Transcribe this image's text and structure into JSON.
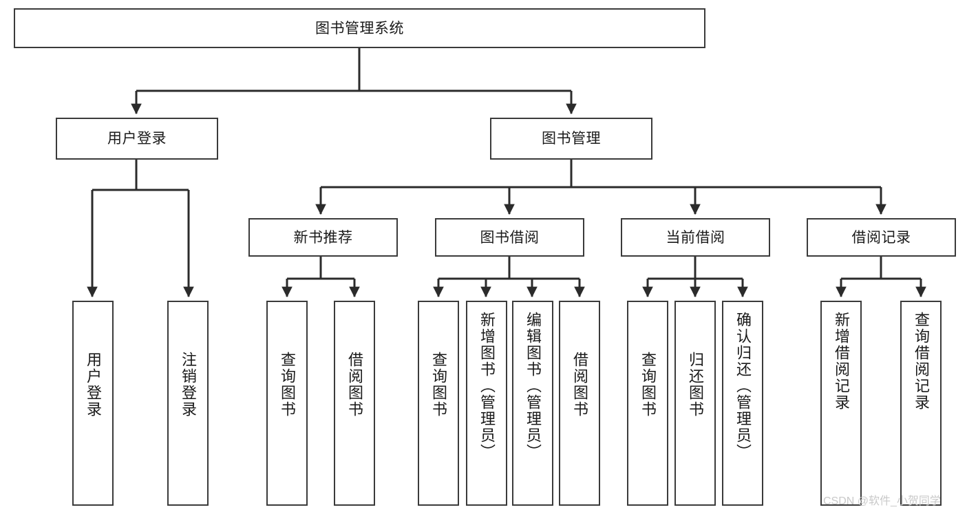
{
  "diagram": {
    "title": "图书管理系统",
    "type": "hierarchy-tree",
    "watermark": "CSDN @软件_小贺同学",
    "colors": {
      "box_border": "#3a3a3a",
      "box_fill": "#ffffff",
      "edge": "#2b2b2b",
      "text": "#1a1a1a",
      "watermark": "#c9c9c9",
      "background": "#ffffff"
    },
    "nodes": {
      "root": {
        "label": "图书管理系统",
        "level": 0
      },
      "level1": [
        {
          "id": "user-login",
          "label": "用户登录"
        },
        {
          "id": "book-manage",
          "label": "图书管理"
        }
      ],
      "level2": [
        {
          "id": "new-book-recommend",
          "label": "新书推荐",
          "parent": "book-manage"
        },
        {
          "id": "book-borrow",
          "label": "图书借阅",
          "parent": "book-manage"
        },
        {
          "id": "current-borrow",
          "label": "当前借阅",
          "parent": "book-manage"
        },
        {
          "id": "borrow-record",
          "label": "借阅记录",
          "parent": "book-manage"
        }
      ],
      "leaves": [
        {
          "id": "leaf-user-login",
          "label": "用户登录",
          "parent": "user-login"
        },
        {
          "id": "leaf-logout-login",
          "label": "注销登录",
          "parent": "user-login"
        },
        {
          "id": "leaf-query-book-1",
          "label": "查询图书",
          "parent": "new-book-recommend"
        },
        {
          "id": "leaf-borrow-book-1",
          "label": "借阅图书",
          "parent": "new-book-recommend"
        },
        {
          "id": "leaf-query-book-2",
          "label": "查询图书",
          "parent": "book-borrow"
        },
        {
          "id": "leaf-add-book",
          "label": "新增图书（管理员）",
          "parent": "book-borrow"
        },
        {
          "id": "leaf-edit-book",
          "label": "编辑图书（管理员）",
          "parent": "book-borrow"
        },
        {
          "id": "leaf-borrow-book-2",
          "label": "借阅图书",
          "parent": "book-borrow"
        },
        {
          "id": "leaf-query-book-3",
          "label": "查询图书",
          "parent": "current-borrow"
        },
        {
          "id": "leaf-return-book",
          "label": "归还图书",
          "parent": "current-borrow"
        },
        {
          "id": "leaf-confirm-return",
          "label": "确认归还（管理员）",
          "parent": "current-borrow"
        },
        {
          "id": "leaf-add-record",
          "label": "新增借阅记录",
          "parent": "borrow-record"
        },
        {
          "id": "leaf-query-record",
          "label": "查询借阅记录",
          "parent": "borrow-record"
        }
      ]
    }
  }
}
